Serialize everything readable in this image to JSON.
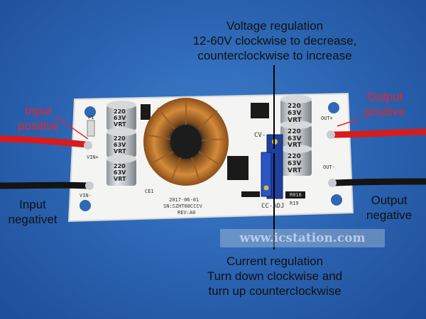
{
  "labels": {
    "voltage_title": "Voltage regulation",
    "voltage_line1": "12-60V clockwise to decrease,",
    "voltage_line2": "counterclockwise to increase",
    "input_pos_1": "Input",
    "input_pos_2": "positive",
    "output_pos_1": "Output",
    "output_pos_2": "positive",
    "input_neg_1": "Input",
    "input_neg_2": "negativet",
    "output_neg_1": "Output",
    "output_neg_2": "negative",
    "current_title": "Current regulation",
    "current_line1": "Turn down clockwise and",
    "current_line2": "turn up counterclockwise"
  },
  "board": {
    "cap_text_a": "220",
    "cap_text_b": "63V",
    "cap_text_c": "VRT",
    "silk_date": "2017-06-01",
    "silk_sn": "SN:SZHT08CCCV",
    "silk_rev": "REV:A0",
    "silk_cv": "CV-",
    "silk_ccadj": "CC-ADJ",
    "silk_vin_pos": "VIN+",
    "silk_vin_neg": "VIN-",
    "silk_out_pos": "OUT+",
    "silk_out_neg": "OUT-",
    "silk_ce1": "CE1",
    "silk_f1": "F1",
    "silk_r016": "R016",
    "silk_r19": "R19"
  },
  "watermark": "www.icstation.com",
  "colors": {
    "background": "#2a62b0",
    "pcb": "#f4f4f2",
    "label_red": "#e8252a",
    "label_dark": "#111111",
    "wire_red": "#d81c1c",
    "wire_black": "#141414",
    "potentiometer": "#1f3f9c",
    "coil_copper": "#c8782e",
    "capacitor": "#c9ccd0"
  }
}
